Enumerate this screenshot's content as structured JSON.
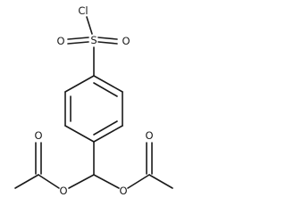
{
  "molecule": {
    "atoms": {
      "cl": "Cl",
      "s": "S",
      "o_sulfonyl_left": "O",
      "o_sulfonyl_right": "O",
      "o_ester_left": "O",
      "o_ester_right": "O",
      "o_carbonyl_left": "O",
      "o_carbonyl_right": "O"
    }
  }
}
